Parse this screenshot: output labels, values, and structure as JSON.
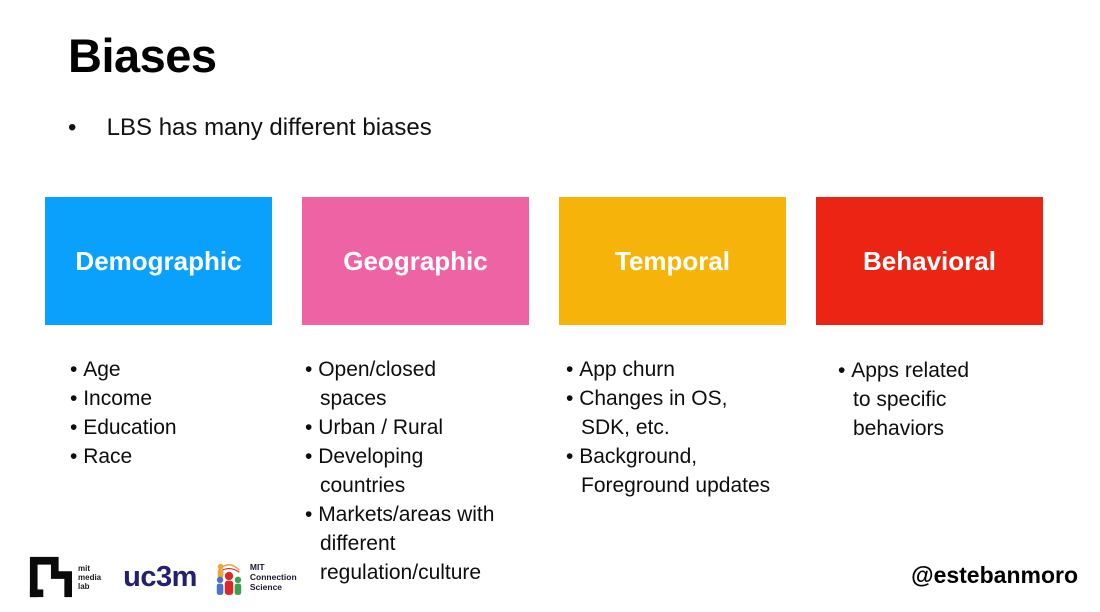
{
  "slide": {
    "title": "Biases",
    "intro": "LBS has many different biases"
  },
  "columns": [
    {
      "label": "Demographic",
      "color": "#0AA1FC",
      "items": [
        "Age",
        "Income",
        "Education",
        "Race"
      ]
    },
    {
      "label": "Geographic",
      "color": "#EE63A3",
      "items": [
        "Open/closed\nspaces",
        "Urban / Rural",
        "Developing\ncountries",
        "Markets/areas with\ndifferent\nregulation/culture"
      ]
    },
    {
      "label": "Temporal",
      "color": "#F6B40B",
      "items": [
        "App churn",
        "Changes in OS,\nSDK, etc.",
        "Background,\nForeground updates"
      ]
    },
    {
      "label": "Behavioral",
      "color": "#EC2414",
      "items": [
        "Apps related\nto specific\nbehaviors"
      ]
    }
  ],
  "footer": {
    "mit_media_lab": {
      "lines": [
        "mit",
        "media",
        "lab"
      ]
    },
    "uc3m": {
      "text": "uc3m",
      "color": "#23206F"
    },
    "mit_connection_science": {
      "lines": [
        "MIT",
        "Connection",
        "Science"
      ]
    },
    "handle": "@estebanmoro"
  }
}
